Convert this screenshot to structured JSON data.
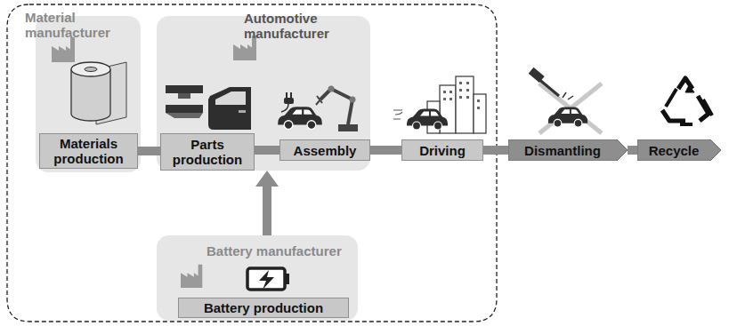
{
  "diagram": {
    "nodes": [
      {
        "text": [
          "Material manufacturer"
        ]
      },
      {
        "text": [
          "Materials production"
        ],
        "in": 0
      },
      {
        "text": [
          "Automotive manufacturer"
        ]
      },
      {
        "text": [
          "Parts production"
        ],
        "in": 2
      },
      {
        "text": [
          "Assembly"
        ],
        "in": 2
      },
      {
        "text": [
          "Driving"
        ]
      },
      {
        "text": [
          "Dismantling"
        ]
      },
      {
        "text": [
          "Recycle"
        ]
      },
      {
        "text": [
          "Battery manufacturer"
        ]
      },
      {
        "text": [
          "Battery production"
        ],
        "in": 8
      }
    ],
    "edges": [
      {
        "from": 1,
        "to": 3,
        "arrow": "none"
      },
      {
        "from": 3,
        "to": 4,
        "arrow": "none"
      },
      {
        "from": 4,
        "to": 5,
        "arrow": "none"
      },
      {
        "from": 5,
        "to": 6,
        "arrow": "none"
      },
      {
        "from": 6,
        "to": 7,
        "arrow": "none"
      },
      {
        "from": 8,
        "to": 2,
        "arrow": "to"
      }
    ]
  }
}
